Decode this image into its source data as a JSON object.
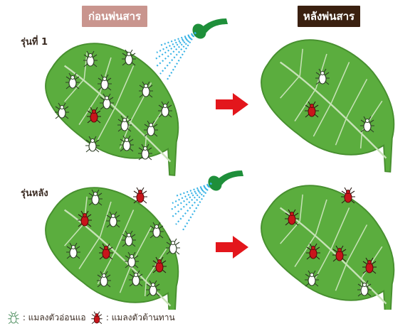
{
  "headers": {
    "before": "ก่อนพ่นสาร",
    "after": "หลังพ่นสาร"
  },
  "rows": {
    "first": "รุ่นที่ 1",
    "later": "รุ่นหลัง"
  },
  "legend": {
    "susceptible": ": แมลงตัวอ่อนแอ",
    "resistant": ": แมลงตัวต้านทาน"
  },
  "colors": {
    "leaf": "#5bad3e",
    "vein": "#c7e2b7",
    "susceptible": "#ffffff",
    "resistant": "#c8151b",
    "arrow": "#e3161c",
    "nozzle": "#1e8f3a",
    "spray": "#39b3e6",
    "header_before": "#c9958e",
    "header_after": "#3a2010"
  },
  "icons": [
    "spray-nozzle-icon",
    "arrow-right-icon",
    "susceptible-insect-icon",
    "resistant-insect-icon"
  ]
}
